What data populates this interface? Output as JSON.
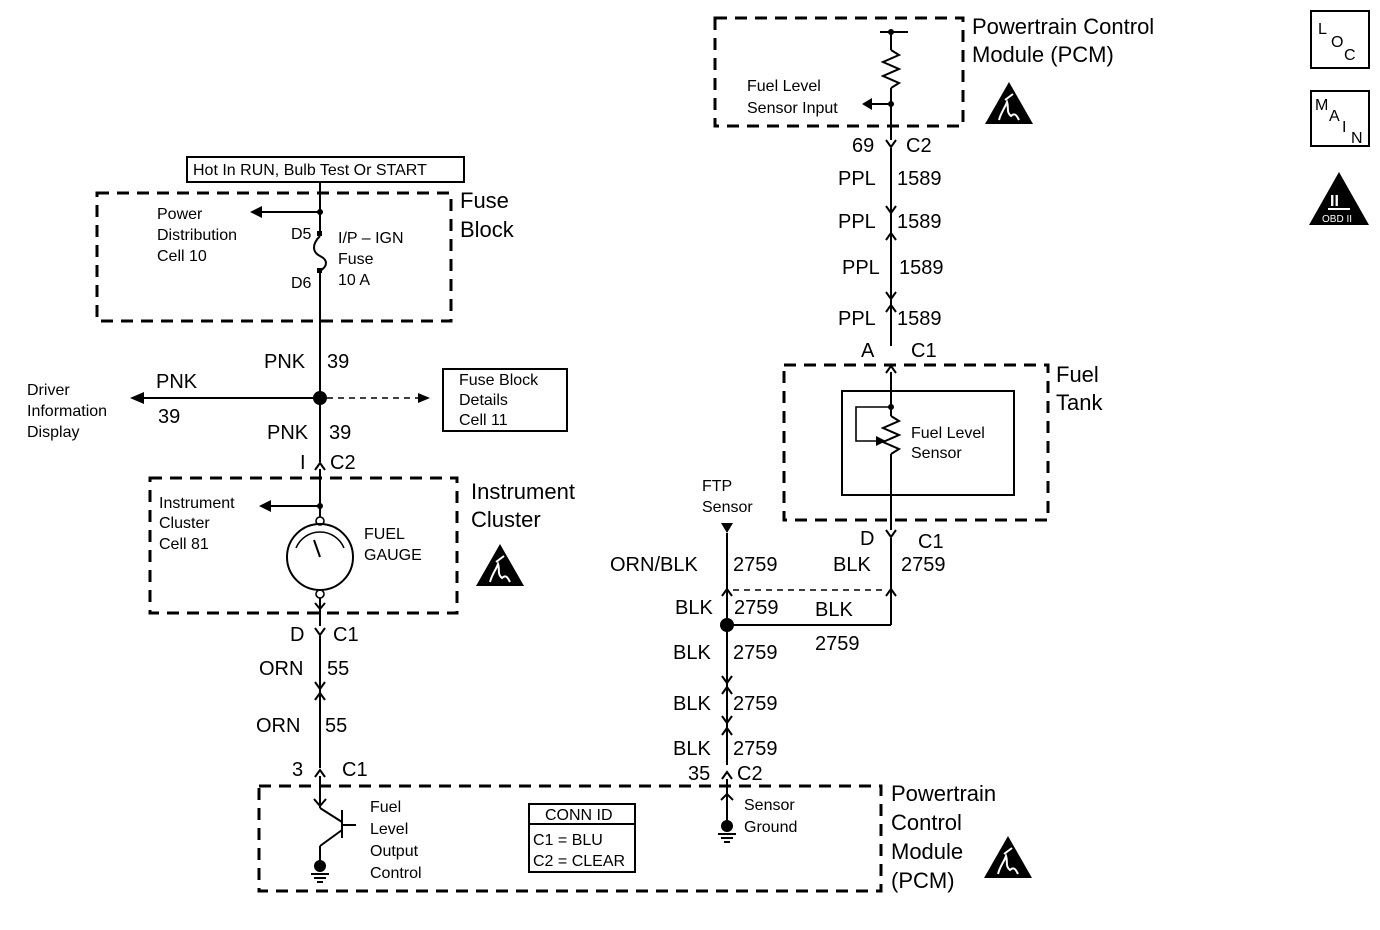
{
  "top_pcm": {
    "title_line1": "Powertrain Control",
    "title_line2": "Module (PCM)",
    "input_line1": "Fuel Level",
    "input_line2": "Sensor Input",
    "pin": "69",
    "conn": "C2"
  },
  "icons": {
    "loc": [
      "L",
      "O",
      "C"
    ],
    "main": [
      "M",
      "A",
      "I",
      "N"
    ],
    "obd_numeral": "II",
    "obd_label": "OBD II"
  },
  "wire_1589": {
    "color": "PPL",
    "circuit": "1589"
  },
  "fuel_tank": {
    "title_line1": "Fuel",
    "title_line2": "Tank",
    "conn_top_pin": "A",
    "conn_top": "C1",
    "sensor_line1": "Fuel Level",
    "sensor_line2": "Sensor",
    "conn_bottom_pin": "D",
    "conn_bottom": "C1"
  },
  "hot_label": "Hot In RUN, Bulb Test Or START",
  "fuse_block": {
    "title_line1": "Fuse",
    "title_line2": "Block",
    "power_line1": "Power",
    "power_line2": "Distribution",
    "power_line3": "Cell 10",
    "d5": "D5",
    "d6": "D6",
    "fuse_line1": "I/P – IGN",
    "fuse_line2": "Fuse",
    "fuse_line3": "10 A"
  },
  "wire_39": {
    "color": "PNK",
    "circuit": "39"
  },
  "driver_info": {
    "line1": "Driver",
    "line2": "Information",
    "line3": "Display"
  },
  "fuse_details": {
    "line1": "Fuse Block",
    "line2": "Details",
    "line3": "Cell 11"
  },
  "cluster": {
    "conn_top_pin": "I",
    "conn_top": "C2",
    "title_line1": "Instrument",
    "title_line2": "Cluster",
    "cell_line1": "Instrument",
    "cell_line2": "Cluster",
    "cell_line3": "Cell 81",
    "gauge_line1": "FUEL",
    "gauge_line2": "GAUGE",
    "conn_bottom_pin": "D",
    "conn_bottom": "C1"
  },
  "wire_55": {
    "color": "ORN",
    "circuit": "55"
  },
  "ftp": {
    "line1": "FTP",
    "line2": "Sensor"
  },
  "wire_2759": {
    "color_orn": "ORN/BLK",
    "color_blk": "BLK",
    "circuit": "2759"
  },
  "bottom_pcm": {
    "pin_left": "3",
    "conn_left": "C1",
    "pin_right": "35",
    "conn_right": "C2",
    "output_line1": "Fuel",
    "output_line2": "Level",
    "output_line3": "Output",
    "output_line4": "Control",
    "conn_id_title": "CONN ID",
    "conn_id_1": "C1 = BLU",
    "conn_id_2": "C2 = CLEAR",
    "ground_line1": "Sensor",
    "ground_line2": "Ground",
    "title_line1": "Powertrain",
    "title_line2": "Control",
    "title_line3": "Module",
    "title_line4": "(PCM)"
  }
}
